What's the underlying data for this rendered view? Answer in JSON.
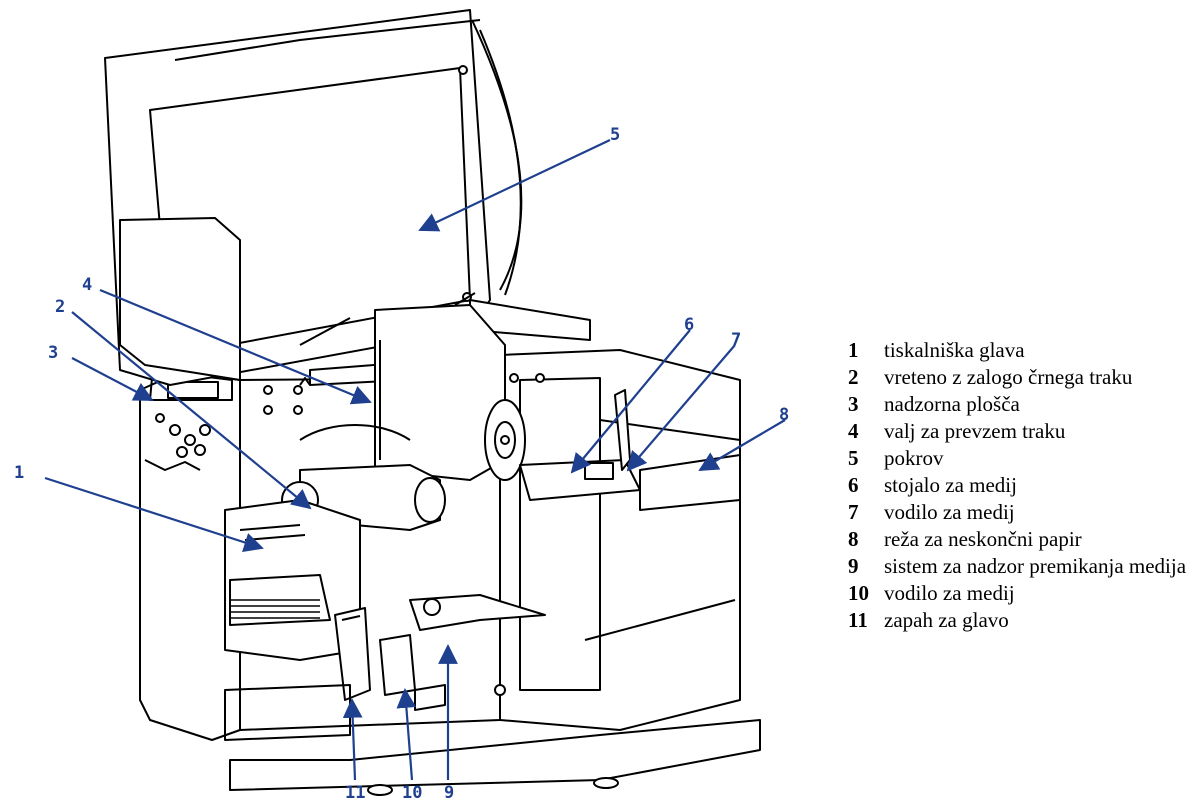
{
  "diagram": {
    "callouts": [
      {
        "num": "1"
      },
      {
        "num": "2"
      },
      {
        "num": "3"
      },
      {
        "num": "4"
      },
      {
        "num": "5"
      },
      {
        "num": "6"
      },
      {
        "num": "7"
      },
      {
        "num": "8"
      },
      {
        "num": "9"
      },
      {
        "num": "10"
      },
      {
        "num": "11"
      }
    ],
    "legend": [
      {
        "num": "1",
        "label": "tiskalniška glava"
      },
      {
        "num": "2",
        "label": "vreteno z zalogo črnega traku"
      },
      {
        "num": "3",
        "label": "nadzorna plošča"
      },
      {
        "num": "4",
        "label": "valj za prevzem traku"
      },
      {
        "num": "5",
        "label": "pokrov"
      },
      {
        "num": "6",
        "label": "stojalo za medij"
      },
      {
        "num": "7",
        "label": "vodilo za medij"
      },
      {
        "num": "8",
        "label": "reža za neskončni papir"
      },
      {
        "num": "9",
        "label": "sistem za nadzor premikanja medija"
      },
      {
        "num": "10",
        "label": "vodilo za medij"
      },
      {
        "num": "11",
        "label": "zapah za glavo"
      }
    ]
  },
  "colors": {
    "arrow": "#1f3f8f",
    "line": "#000000"
  }
}
